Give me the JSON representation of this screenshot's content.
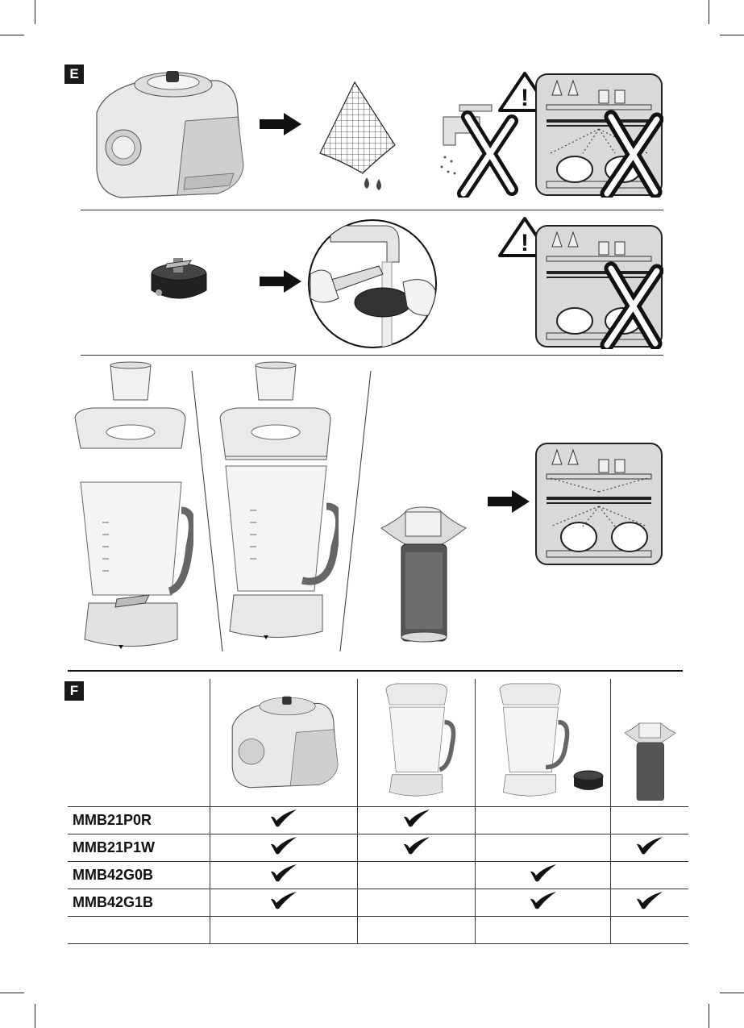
{
  "sections": {
    "e_label": "E",
    "f_label": "F"
  },
  "warnings": {
    "symbol": "!"
  },
  "icons": [
    "arrow-right-icon",
    "warning-triangle-icon",
    "cross-mark-icon",
    "check-mark-icon",
    "dishwasher-icon",
    "tap-icon",
    "cloth-icon",
    "brush-icon"
  ],
  "compatibility": {
    "models": [
      "MMB21P0R",
      "MMB21P1W",
      "MMB42G0B",
      "MMB42G1B",
      ""
    ],
    "columns": [
      "motor-base",
      "plastic-jug-with-blade",
      "glass-jug-with-removable-blade",
      "vacuum-filter-insert"
    ],
    "matrix": [
      [
        true,
        true,
        false,
        false
      ],
      [
        true,
        true,
        false,
        true
      ],
      [
        true,
        false,
        true,
        false
      ],
      [
        true,
        false,
        true,
        true
      ],
      [
        false,
        false,
        false,
        false
      ]
    ]
  },
  "colors": {
    "ink": "#1a1a1a",
    "panel_gray": "#d9d9d9",
    "appliance_light": "#eeeeee",
    "appliance_shade": "#b8b8b8"
  }
}
